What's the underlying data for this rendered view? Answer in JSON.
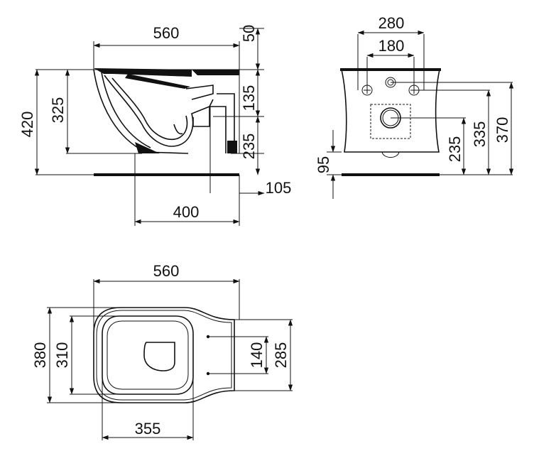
{
  "side_view": {
    "dims": {
      "top_width": "560",
      "top_offset": "50",
      "overall_height": "420",
      "inner_height": "325",
      "upper_right": "135",
      "lower_right": "235",
      "bottom_width": "400",
      "floor_offset": "105"
    }
  },
  "front_view": {
    "dims": {
      "bolt_outer": "280",
      "bolt_inner": "180",
      "clearance": "95",
      "h235": "235",
      "h335": "335",
      "h370": "370"
    }
  },
  "top_view": {
    "dims": {
      "overall_length": "560",
      "overall_width": "380",
      "bowl_width": "310",
      "bowl_length": "355",
      "hole_spacing": "140",
      "rear_width": "285"
    }
  }
}
